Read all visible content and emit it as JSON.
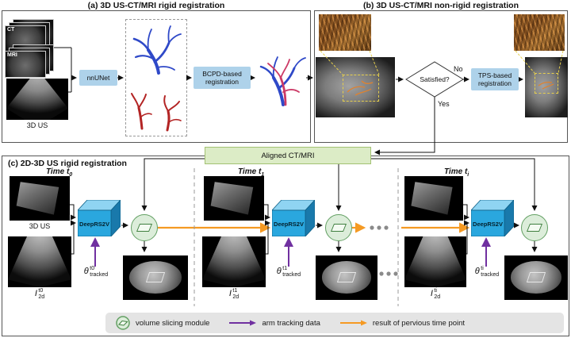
{
  "colors": {
    "process_box_blue": "#aed2ea",
    "cube_blue_front": "#2aa7de",
    "cube_blue_top": "#8fd4f2",
    "cube_blue_side": "#1979ab",
    "aligned_box_green": "#dcecc6",
    "module_green_fill": "#dcedda",
    "module_green_border": "#63a063",
    "arrow_purple": "#7030a0",
    "arrow_orange": "#f59a23",
    "vessels_blue": "#2f49c8",
    "vessels_red": "#b32424",
    "legend_gray": "#e4e4e4",
    "annotation_yellow": "#e6cf4d"
  },
  "panel_a": {
    "title": "(a) 3D US-CT/MRI rigid registration",
    "ct_label": "CT",
    "mri_label": "MRI",
    "us_label": "3D US",
    "nnunet_label": "nnUNet",
    "bcpd_lines": [
      "BCPD-based",
      "registration"
    ]
  },
  "panel_b": {
    "title": "(b) 3D US-CT/MRI non-rigid registration",
    "diamond_label": "Satisfied?",
    "no_label": "No",
    "yes_label": "Yes",
    "tps_lines": [
      "TPS-based",
      "registration"
    ]
  },
  "panel_c": {
    "title": "(c) 2D-3D US rigid registration",
    "aligned_label": "Aligned CT/MRI",
    "columns": [
      {
        "time_word": "Time t",
        "time_sub": "0",
        "us_label": "3D US",
        "cube_label": "DeepRS2V",
        "i_base": "I",
        "i_sup": "t0",
        "i_sub": "2d",
        "theta_base": "θ",
        "theta_sup": "t0",
        "theta_sub": "tracked"
      },
      {
        "time_word": "Time t",
        "time_sub": "1",
        "cube_label": "DeepRS2V",
        "i_base": "I",
        "i_sup": "t1",
        "i_sub": "2d",
        "theta_base": "θ",
        "theta_sup": "t1",
        "theta_sub": "tracked"
      },
      {
        "time_word": "Time t",
        "time_sub": "i",
        "cube_label": "DeepRS2V",
        "i_base": "I",
        "i_sup": "ti",
        "i_sub": "2d",
        "theta_base": "θ",
        "theta_sup": "ti",
        "theta_sub": "tracked"
      }
    ]
  },
  "legend": {
    "volume_slicing": "volume slicing module",
    "arm_tracking": "arm tracking data",
    "previous_result": "result of pervious time point"
  }
}
